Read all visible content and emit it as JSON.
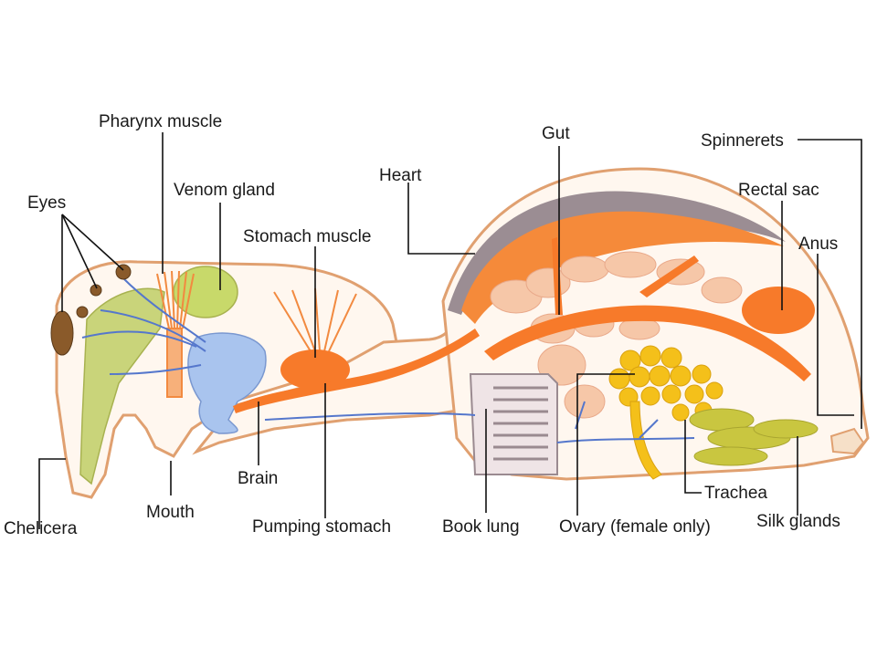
{
  "labels": {
    "pharynx_muscle": "Pharynx muscle",
    "eyes": "Eyes",
    "venom_gland": "Venom gland",
    "stomach_muscle": "Stomach muscle",
    "heart": "Heart",
    "gut": "Gut",
    "spinnerets": "Spinnerets",
    "rectal_sac": "Rectal sac",
    "anus": "Anus",
    "chelicera": "Chelicera",
    "mouth": "Mouth",
    "brain": "Brain",
    "pumping_stomach": "Pumping stomach",
    "book_lung": "Book lung",
    "ovary": "Ovary (female only)",
    "trachea": "Trachea",
    "silk_glands": "Silk glands"
  },
  "colors": {
    "body_outline": "#e0a070",
    "body_fill": "#fff7ef",
    "gut": "#f77a2a",
    "heart": "#f58a3a",
    "nerves": "#5577cc",
    "brain": "#a9c4ee",
    "venom_gland": "#c8d96a",
    "chelicera": "#c9d47a",
    "ovary": "#f4c01a",
    "silk_glands": "#c9c640",
    "digestive_glands": "#f6c7a8",
    "book_lung": "#9a8a90",
    "eyes": "#8a5a2a"
  }
}
